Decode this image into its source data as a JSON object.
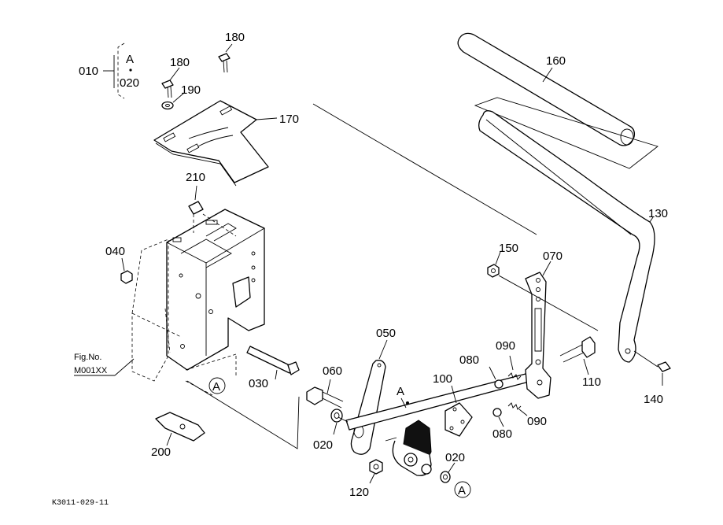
{
  "ref_group": {
    "left": "010",
    "top": "A",
    "bottom": "020"
  },
  "callouts": {
    "p180a": "180",
    "p180b": "180",
    "p190": "190",
    "p170": "170",
    "p210": "210",
    "p160": "160",
    "p130": "130",
    "p040": "040",
    "p150": "150",
    "p070": "070",
    "p050": "050",
    "p090a": "090",
    "p080a": "080",
    "p060": "060",
    "p100": "100",
    "p110": "110",
    "p140": "140",
    "p030": "030",
    "p020a": "020",
    "p090b": "090",
    "p080b": "080",
    "p200": "200",
    "p120": "120",
    "p020b": "020",
    "markA": "A"
  },
  "circle_marks": {
    "m1": "A",
    "m2": "A"
  },
  "fig_ref": {
    "line1": "Fig.No.",
    "line2": "M001XX"
  },
  "drawing_code": "K3011-029-11"
}
